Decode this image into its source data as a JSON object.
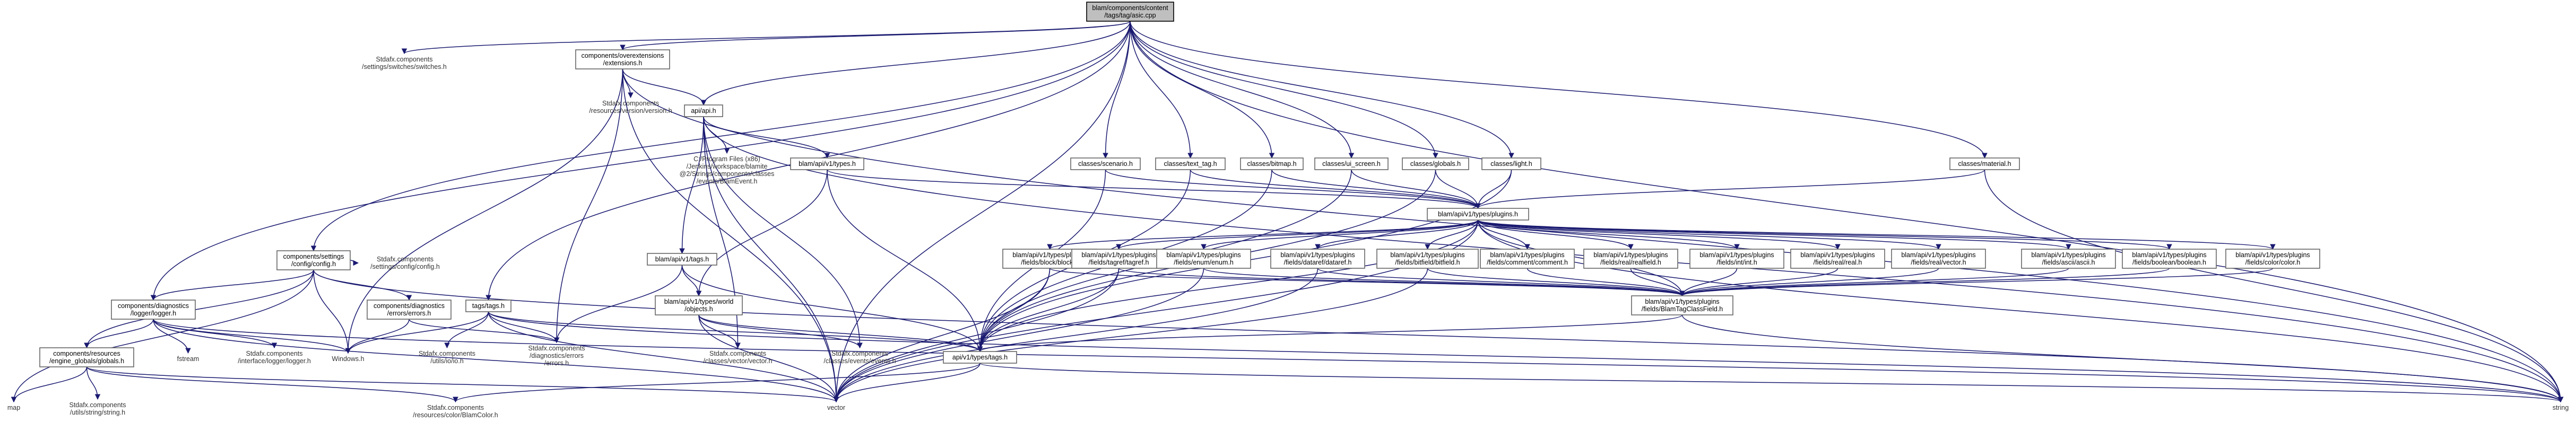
{
  "diagram_title": "",
  "arrow_color": "#191970",
  "root_fill": "#bfbfbf",
  "nodes": [
    {
      "id": "root",
      "lines": [
        "blam/components/content",
        "/tags/tag/asic.cpp"
      ],
      "kind": "root"
    },
    {
      "id": "switches",
      "lines": [
        "Stdafx.components",
        "/settings/switches/switches.h"
      ],
      "kind": "plain"
    },
    {
      "id": "overextensions",
      "lines": [
        "components/overextensions",
        "/extensions.h"
      ],
      "kind": "box"
    },
    {
      "id": "version",
      "lines": [
        "Stdafx.components",
        "/resources/version/version.h"
      ],
      "kind": "plain"
    },
    {
      "id": "api",
      "lines": [
        "api/api.h"
      ],
      "kind": "box"
    },
    {
      "id": "progfiles",
      "lines": [
        "C:/Program Files (x86)",
        "/Jenkins/workspace/blamite",
        "@2/Strings/components/classes",
        "/events/BlamEvent.h"
      ],
      "kind": "plain"
    },
    {
      "id": "v1types",
      "lines": [
        "blam/api/v1/types.h"
      ],
      "kind": "box"
    },
    {
      "id": "v1tags",
      "lines": [
        "blam/api/v1/tags.h"
      ],
      "kind": "box"
    },
    {
      "id": "world",
      "lines": [
        "blam/api/v1/types/world",
        "/objects.h"
      ],
      "kind": "box"
    },
    {
      "id": "scenario",
      "lines": [
        "classes/scenario.h"
      ],
      "kind": "box"
    },
    {
      "id": "text_tag",
      "lines": [
        "classes/text_tag.h"
      ],
      "kind": "box"
    },
    {
      "id": "bitmap",
      "lines": [
        "classes/bitmap.h"
      ],
      "kind": "box"
    },
    {
      "id": "ui_screen",
      "lines": [
        "classes/ui_screen.h"
      ],
      "kind": "box"
    },
    {
      "id": "globals",
      "lines": [
        "classes/globals.h"
      ],
      "kind": "box"
    },
    {
      "id": "light",
      "lines": [
        "classes/light.h"
      ],
      "kind": "box"
    },
    {
      "id": "material",
      "lines": [
        "classes/material.h"
      ],
      "kind": "box"
    },
    {
      "id": "plugins",
      "lines": [
        "blam/api/v1/types/plugins.h"
      ],
      "kind": "box"
    },
    {
      "id": "settingsconfig",
      "lines": [
        "components/settings",
        "/config/config.h"
      ],
      "kind": "box"
    },
    {
      "id": "configcfg",
      "lines": [
        "Stdafx.components",
        "/settings/config/config.h"
      ],
      "kind": "plain"
    },
    {
      "id": "diaglogger",
      "lines": [
        "components/diagnostics",
        "/logger/logger.h"
      ],
      "kind": "box"
    },
    {
      "id": "diagerrors",
      "lines": [
        "components/diagnostics",
        "/errors/errors.h"
      ],
      "kind": "box"
    },
    {
      "id": "tagsh",
      "lines": [
        "tags/tags.h"
      ],
      "kind": "box"
    },
    {
      "id": "resglobals",
      "lines": [
        "components/resources",
        "/engine_globals/globals.h"
      ],
      "kind": "box"
    },
    {
      "id": "fstream",
      "lines": [
        "fstream"
      ],
      "kind": "plain"
    },
    {
      "id": "loggerlib",
      "lines": [
        "Stdafx.components",
        "/interface/logger/logger.h"
      ],
      "kind": "plain"
    },
    {
      "id": "windowsh",
      "lines": [
        "Windows.h"
      ],
      "kind": "plain"
    },
    {
      "id": "utilsio",
      "lines": [
        "Stdafx.components",
        "/utils/io/io.h"
      ],
      "kind": "plain"
    },
    {
      "id": "errorslib",
      "lines": [
        "Stdafx.components",
        "/diagnostics/errors",
        "/errors.h"
      ],
      "kind": "plain"
    },
    {
      "id": "vectorlib",
      "lines": [
        "Stdafx.components",
        "/classes/vector/vector.h"
      ],
      "kind": "plain"
    },
    {
      "id": "eventslib",
      "lines": [
        "Stdafx.components",
        "/classes/events/events.h"
      ],
      "kind": "plain"
    },
    {
      "id": "apitags",
      "lines": [
        "api/v1/types/tags.h"
      ],
      "kind": "box"
    },
    {
      "id": "tagclassfield",
      "lines": [
        "blam/api/v1/types/plugins",
        "/fields/BlamTagClassField.h"
      ],
      "kind": "box"
    },
    {
      "id": "f_block",
      "lines": [
        "blam/api/v1/types/plugins",
        "/fields/block/block.h"
      ],
      "kind": "box"
    },
    {
      "id": "f_tagref",
      "lines": [
        "blam/api/v1/types/plugins",
        "/fields/tagref/tagref.h"
      ],
      "kind": "box"
    },
    {
      "id": "f_enum",
      "lines": [
        "blam/api/v1/types/plugins",
        "/fields/enum/enum.h"
      ],
      "kind": "box"
    },
    {
      "id": "f_dataref",
      "lines": [
        "blam/api/v1/types/plugins",
        "/fields/dataref/dataref.h"
      ],
      "kind": "box"
    },
    {
      "id": "f_bitfield",
      "lines": [
        "blam/api/v1/types/plugins",
        "/fields/bitfield/bitfield.h"
      ],
      "kind": "box"
    },
    {
      "id": "f_comment",
      "lines": [
        "blam/api/v1/types/plugins",
        "/fields/comment/comment.h"
      ],
      "kind": "box"
    },
    {
      "id": "f_real",
      "lines": [
        "blam/api/v1/types/plugins",
        "/fields/real/realfield.h"
      ],
      "kind": "box"
    },
    {
      "id": "f_int",
      "lines": [
        "blam/api/v1/types/plugins",
        "/fields/int/int.h"
      ],
      "kind": "box"
    },
    {
      "id": "f_realvec",
      "lines": [
        "blam/api/v1/types/plugins",
        "/fields/real/real.h"
      ],
      "kind": "box"
    },
    {
      "id": "f_vector",
      "lines": [
        "blam/api/v1/types/plugins",
        "/fields/real/vector.h"
      ],
      "kind": "box"
    },
    {
      "id": "f_ascii",
      "lines": [
        "blam/api/v1/types/plugins",
        "/fields/ascii/ascii.h"
      ],
      "kind": "box"
    },
    {
      "id": "f_boolean",
      "lines": [
        "blam/api/v1/types/plugins",
        "/fields/boolean/boolean.h"
      ],
      "kind": "box"
    },
    {
      "id": "f_color",
      "lines": [
        "blam/api/v1/types/plugins",
        "/fields/color/color.h"
      ],
      "kind": "box"
    },
    {
      "id": "mapstd",
      "lines": [
        "map"
      ],
      "kind": "plain"
    },
    {
      "id": "stringlib",
      "lines": [
        "Stdafx.components",
        "/utils/string/string.h"
      ],
      "kind": "plain"
    },
    {
      "id": "blamcolor",
      "lines": [
        "Stdafx.components",
        "/resources/color/BlamColor.h"
      ],
      "kind": "plain"
    },
    {
      "id": "vectorstd",
      "lines": [
        "vector"
      ],
      "kind": "plain"
    },
    {
      "id": "stringstd",
      "lines": [
        "string"
      ],
      "kind": "plain"
    }
  ],
  "edges": [
    [
      "root",
      "switches"
    ],
    [
      "root",
      "overextensions"
    ],
    [
      "root",
      "api"
    ],
    [
      "root",
      "scenario"
    ],
    [
      "root",
      "text_tag"
    ],
    [
      "root",
      "bitmap"
    ],
    [
      "root",
      "ui_screen"
    ],
    [
      "root",
      "globals"
    ],
    [
      "root",
      "light"
    ],
    [
      "root",
      "material"
    ],
    [
      "root",
      "settingsconfig"
    ],
    [
      "root",
      "diaglogger"
    ],
    [
      "root",
      "tagsh"
    ],
    [
      "root",
      "vectorstd"
    ],
    [
      "root",
      "stringstd"
    ],
    [
      "overextensions",
      "version"
    ],
    [
      "overextensions",
      "api"
    ],
    [
      "overextensions",
      "windowsh"
    ],
    [
      "overextensions",
      "errorslib"
    ],
    [
      "overextensions",
      "vectorstd"
    ],
    [
      "overextensions",
      "stringstd"
    ],
    [
      "api",
      "progfiles"
    ],
    [
      "api",
      "v1types"
    ],
    [
      "api",
      "v1tags"
    ],
    [
      "api",
      "stringstd"
    ],
    [
      "api",
      "vectorlib"
    ],
    [
      "api",
      "eventslib"
    ],
    [
      "api",
      "vectorstd"
    ],
    [
      "v1types",
      "plugins"
    ],
    [
      "v1types",
      "world"
    ],
    [
      "v1types",
      "apitags"
    ],
    [
      "v1tags",
      "world"
    ],
    [
      "v1tags",
      "errorslib"
    ],
    [
      "v1tags",
      "apitags"
    ],
    [
      "world",
      "vectorlib"
    ],
    [
      "world",
      "eventslib"
    ],
    [
      "world",
      "apitags"
    ],
    [
      "world",
      "vectorstd"
    ],
    [
      "scenario",
      "plugins"
    ],
    [
      "scenario",
      "apitags"
    ],
    [
      "text_tag",
      "plugins"
    ],
    [
      "text_tag",
      "apitags"
    ],
    [
      "bitmap",
      "plugins"
    ],
    [
      "bitmap",
      "apitags"
    ],
    [
      "ui_screen",
      "plugins"
    ],
    [
      "ui_screen",
      "apitags"
    ],
    [
      "globals",
      "plugins"
    ],
    [
      "globals",
      "apitags"
    ],
    [
      "light",
      "plugins"
    ],
    [
      "light",
      "apitags"
    ],
    [
      "material",
      "plugins"
    ],
    [
      "material",
      "stringstd"
    ],
    [
      "plugins",
      "f_block"
    ],
    [
      "plugins",
      "f_tagref"
    ],
    [
      "plugins",
      "f_enum"
    ],
    [
      "plugins",
      "f_dataref"
    ],
    [
      "plugins",
      "f_bitfield"
    ],
    [
      "plugins",
      "f_comment"
    ],
    [
      "plugins",
      "f_real"
    ],
    [
      "plugins",
      "f_int"
    ],
    [
      "plugins",
      "f_realvec"
    ],
    [
      "plugins",
      "f_vector"
    ],
    [
      "plugins",
      "f_ascii"
    ],
    [
      "plugins",
      "f_boolean"
    ],
    [
      "plugins",
      "f_color"
    ],
    [
      "plugins",
      "tagclassfield"
    ],
    [
      "plugins",
      "apitags"
    ],
    [
      "plugins",
      "stringstd"
    ],
    [
      "plugins",
      "vectorstd"
    ],
    [
      "f_block",
      "tagclassfield"
    ],
    [
      "f_block",
      "apitags"
    ],
    [
      "f_block",
      "vectorstd"
    ],
    [
      "f_tagref",
      "tagclassfield"
    ],
    [
      "f_tagref",
      "apitags"
    ],
    [
      "f_tagref",
      "vectorstd"
    ],
    [
      "f_enum",
      "tagclassfield"
    ],
    [
      "f_enum",
      "vectorstd"
    ],
    [
      "f_dataref",
      "tagclassfield"
    ],
    [
      "f_dataref",
      "vectorstd"
    ],
    [
      "f_bitfield",
      "tagclassfield"
    ],
    [
      "f_bitfield",
      "vectorstd"
    ],
    [
      "f_comment",
      "tagclassfield"
    ],
    [
      "f_real",
      "tagclassfield"
    ],
    [
      "f_int",
      "tagclassfield"
    ],
    [
      "f_realvec",
      "tagclassfield"
    ],
    [
      "f_vector",
      "tagclassfield"
    ],
    [
      "f_ascii",
      "tagclassfield"
    ],
    [
      "f_boolean",
      "tagclassfield"
    ],
    [
      "f_color",
      "tagclassfield"
    ],
    [
      "tagclassfield",
      "apitags"
    ],
    [
      "tagclassfield",
      "stringstd"
    ],
    [
      "apitags",
      "vectorstd"
    ],
    [
      "apitags",
      "blamcolor"
    ],
    [
      "apitags",
      "stringstd"
    ],
    [
      "settingsconfig",
      "configcfg"
    ],
    [
      "settingsconfig",
      "diagerrors"
    ],
    [
      "settingsconfig",
      "diaglogger"
    ],
    [
      "settingsconfig",
      "resglobals"
    ],
    [
      "settingsconfig",
      "windowsh"
    ],
    [
      "settingsconfig",
      "mapstd"
    ],
    [
      "settingsconfig",
      "stringstd"
    ],
    [
      "diaglogger",
      "resglobals"
    ],
    [
      "diaglogger",
      "fstream"
    ],
    [
      "diaglogger",
      "loggerlib"
    ],
    [
      "diaglogger",
      "windowsh"
    ],
    [
      "diaglogger",
      "vectorstd"
    ],
    [
      "diaglogger",
      "stringstd"
    ],
    [
      "diagerrors",
      "windowsh"
    ],
    [
      "diagerrors",
      "errorslib"
    ],
    [
      "tagsh",
      "windowsh"
    ],
    [
      "tagsh",
      "utilsio"
    ],
    [
      "tagsh",
      "errorslib"
    ],
    [
      "tagsh",
      "apitags"
    ],
    [
      "tagsh",
      "vectorstd"
    ],
    [
      "tagsh",
      "stringstd"
    ],
    [
      "resglobals",
      "mapstd"
    ],
    [
      "resglobals",
      "stringlib"
    ],
    [
      "resglobals",
      "blamcolor"
    ],
    [
      "resglobals",
      "vectorstd"
    ]
  ]
}
